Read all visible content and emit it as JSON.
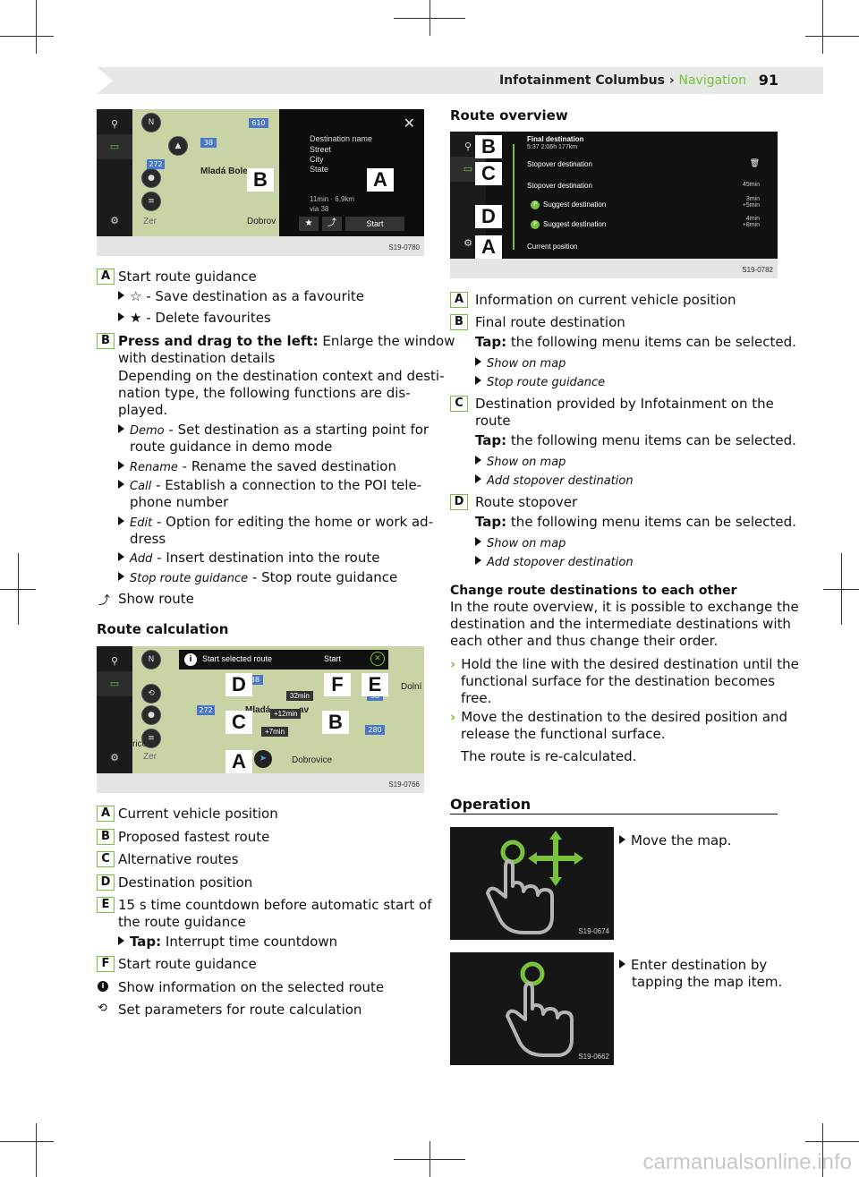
{
  "header": {
    "title": "Infotainment Columbus",
    "separator": " › ",
    "section": "Navigation",
    "page": "91"
  },
  "fig1": {
    "code": "S19-0780",
    "destination": [
      "Destination name",
      "Street",
      "City",
      "State"
    ],
    "eta": "11min · 6.9km",
    "via": "via 38",
    "start": "Start",
    "roads": [
      "38",
      "272",
      "610"
    ],
    "places": [
      "Mladá Bole",
      "Dobrov",
      "Zer"
    ],
    "badges": [
      "A",
      "B"
    ]
  },
  "legend1": {
    "a_label": "Start route guidance",
    "a_sub1": "☆ - Save destination as a favourite",
    "a_sub2": "★ - Delete favourites",
    "b_bold": "Press and drag to the left:",
    "b_text": " Enlarge the window",
    "b_line2": "with destination details",
    "b_para": [
      "Depending on the destination context and desti-",
      "nation type, the following functions are dis-",
      "played."
    ],
    "demo": "Demo",
    "demo_text": " - Set destination as a starting point for",
    "demo_text2": "route guidance in demo mode",
    "rename": "Rename",
    "rename_text": " - Rename the saved destination",
    "call": "Call",
    "call_text": " - Establish a connection to the POI tele-",
    "call_text2": "phone number",
    "edit": "Edit",
    "edit_text": " - Option for editing the home or work ad-",
    "edit_text2": "dress",
    "add": "Add",
    "add_text": " - Insert destination into the route",
    "stop": "Stop route guidance",
    "stop_text": " - Stop route guidance",
    "show_route": "Show route"
  },
  "route_calc": {
    "heading": "Route calculation",
    "code": "S19-0766",
    "top_bar_label": "Start selected route",
    "top_bar_start": "Start",
    "times": [
      "32min",
      "+12min",
      "+7min"
    ],
    "places": [
      "Dolní",
      "Mladá",
      "av",
      "Dobrovice",
      "Zer",
      "rice"
    ],
    "roads": [
      "38",
      "272",
      "38",
      "280"
    ],
    "badges": [
      "D",
      "F",
      "E",
      "C",
      "B",
      "A"
    ],
    "items": [
      {
        "key": "A",
        "text": "Current vehicle position"
      },
      {
        "key": "B",
        "text": "Proposed fastest route"
      },
      {
        "key": "C",
        "text": "Alternative routes"
      },
      {
        "key": "D",
        "text": "Destination position"
      },
      {
        "key": "E",
        "text": "15 s time countdown before automatic start of"
      },
      {
        "key": "F",
        "text": "Start route guidance"
      }
    ],
    "e_line2": "the route guidance",
    "e_sub_bold": "Tap:",
    "e_sub_text": " Interrupt time countdown",
    "info_text": "Show information on the selected route",
    "param_text": "Set parameters for route calculation"
  },
  "overview": {
    "heading": "Route overview",
    "code": "S19-0782",
    "rows": [
      {
        "label": "Final destination",
        "meta": "5:37   2:06h   177km",
        "right": ""
      },
      {
        "label": "Stopover destination",
        "meta": "",
        "right": "🗑"
      },
      {
        "label": "Stopover destination",
        "meta": "",
        "right": "45min"
      },
      {
        "label": "Suggest destination",
        "meta": "",
        "right": "3min\n+5min"
      },
      {
        "label": "Suggest destination",
        "meta": "",
        "right": "4min\n+8min"
      },
      {
        "label": "Current position",
        "meta": "",
        "right": ""
      }
    ],
    "badges": [
      "B",
      "C",
      "D",
      "A"
    ],
    "a_text": "Information on current vehicle position",
    "b_text": "Final route destination",
    "tap_bold": "Tap:",
    "tap_text": " the following menu items can be selected.",
    "show_on_map": "Show on map",
    "stop_route": "Stop route guidance",
    "c_text": "Destination provided by Infotainment on the",
    "c_line2": "route",
    "add_stopover": "Add stopover destination",
    "d_text": "Route stopover"
  },
  "change": {
    "heading": "Change route destinations to each other",
    "para": [
      "In the route overview, it is possible to exchange the",
      "destination and the intermediate destinations with",
      "each other and thus change their order."
    ],
    "step1": [
      "Hold the line with the desired destination until the",
      "functional surface for the destination becomes",
      "free."
    ],
    "step2": [
      "Move the destination to the desired position and",
      "release the functional surface."
    ],
    "result": "The route is re-calculated."
  },
  "operation": {
    "heading": "Operation",
    "move": "Move the map.",
    "move_code": "S19-0674",
    "enter": [
      "Enter destination by",
      "tapping the map item."
    ],
    "enter_code": "S19-0662"
  },
  "footer": {
    "watermark": "carmanualsonline.info"
  },
  "colors": {
    "accent": "#78c13c",
    "header_bg": "#e6e8e6",
    "screen_bg": "#111111"
  }
}
